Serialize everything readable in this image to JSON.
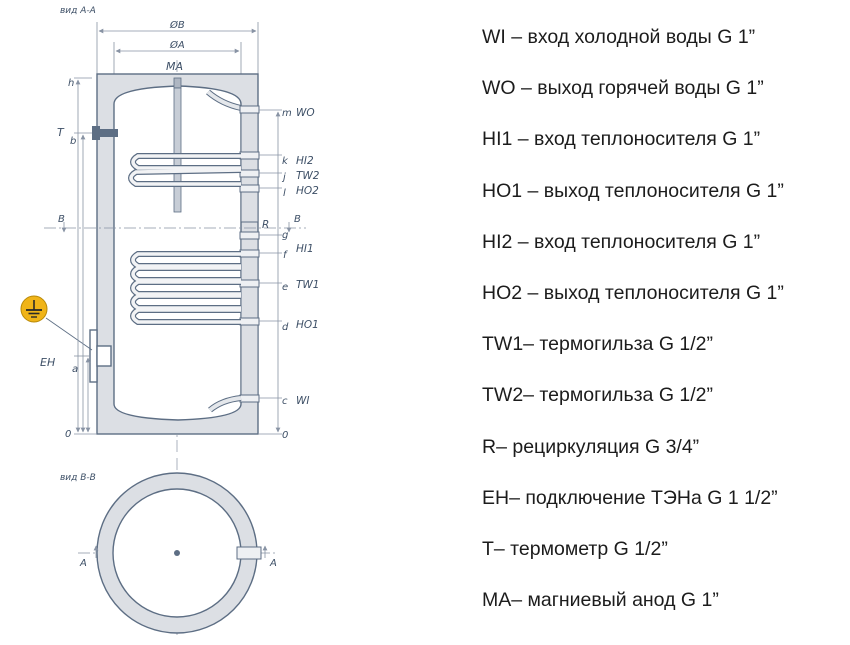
{
  "diagram": {
    "views": {
      "section_aa": "вид А-А",
      "section_bb": "вид В-В"
    },
    "dimensions": {
      "outer_diameter": "ØB",
      "inner_diameter": "ØA",
      "anode": "MA",
      "section_mark_a": "A",
      "section_mark_b": "B"
    },
    "left_labels": {
      "thermometer": "T",
      "heater": "EH",
      "h": "h",
      "b": "b",
      "a": "a",
      "zero": "0"
    },
    "right_letters": {
      "m": "m",
      "k": "k",
      "j": "j",
      "l": "l",
      "g": "g",
      "f": "f",
      "e": "e",
      "d": "d",
      "c": "c",
      "zero": "0"
    },
    "connections": {
      "wo": "WO",
      "hi2": "HI2",
      "tw2": "TW2",
      "ho2": "HO2",
      "r": "R",
      "hi1": "HI1",
      "tw1": "TW1",
      "ho1": "HO1",
      "wi": "WI"
    },
    "colors": {
      "outline": "#5d6e84",
      "tank_fill": "#dcdfe4",
      "dim_line": "#8893a4",
      "grounding_badge": "#f0b418"
    },
    "icons": {
      "grounding": "grounding-icon"
    }
  },
  "legend": [
    "WI – вход  холодной воды  G 1”",
    "WO – выход горячей воды G 1”",
    "HI1 – вход теплоносителя  G 1”",
    "HO1 – выход теплоносителя G 1”",
    "HI2 – вход теплоносителя  G 1”",
    "HO2 – выход теплоносителя G 1”",
    "TW1– термогильза G 1/2”",
    "TW2– термогильза G 1/2”",
    "R– рециркуляция G 3/4”",
    "EH– подключение ТЭНа G 1 1/2”",
    " T– термометр G 1/2”",
    " MA– магниевый анод G 1”"
  ]
}
